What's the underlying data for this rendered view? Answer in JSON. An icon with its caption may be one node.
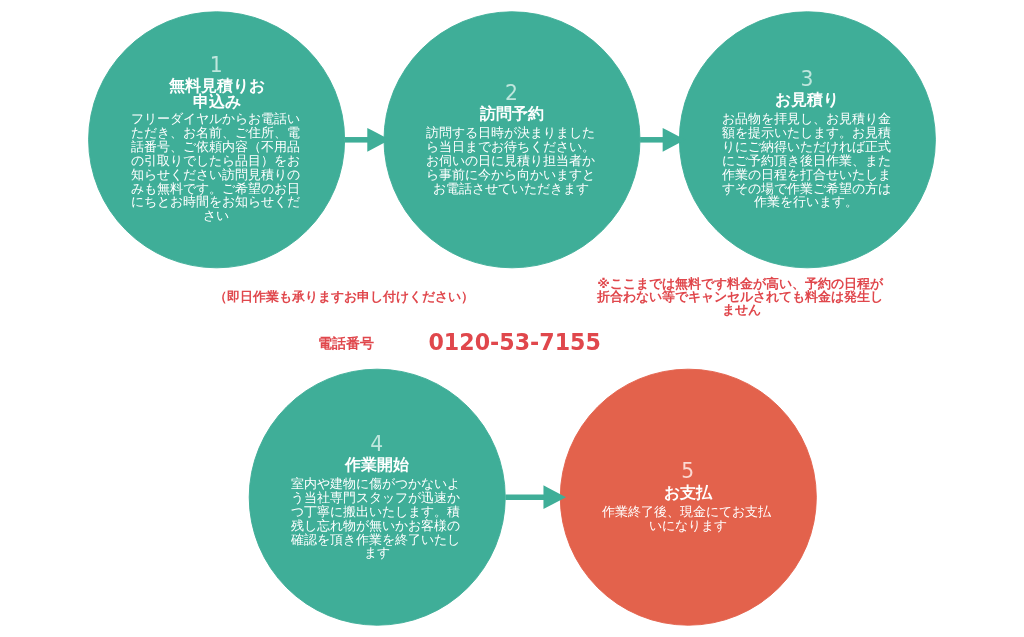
{
  "diagram": {
    "nodes": [
      {
        "text": [
          "1",
          "無料見積りお申込み",
          "フリーダイヤルからお電話いただき、お名前、ご住所、電話番号、ご依頼内容（不用品の引取りでしたら品目）をお知らせください訪問見積りのみも無料です。ご希望のお日にちとお時間をお知らせください"
        ]
      },
      {
        "text": [
          "2",
          "訪問予約",
          "訪問する日時が決まりましたら当日までお待ちください。お伺いの日に見積り担当者から事前に今から向かいますとお電話させていただきます"
        ]
      },
      {
        "text": [
          "3",
          "お見積り",
          "お品物を拝見し、お見積り金額を提示いたします。お見積りにご納得いただければ正式にご予約頂き後日作業、また作業の日程を打合せいたしますその場で作業ご希望の方は作業を行います。"
        ]
      },
      {
        "text": [
          "4",
          "作業開始",
          "室内や建物に傷がつかないよう当社専門スタッフが迅速かつ丁寧に搬出いたします。積残し忘れ物が無いかお客様の確認を頂き作業を終了いたします"
        ]
      },
      {
        "text": [
          "5",
          "お支払",
          "作業終了後、現金にてお支払いになります"
        ]
      }
    ],
    "edges": [
      {
        "from": 0,
        "to": 1,
        "arrow": "to"
      },
      {
        "from": 1,
        "to": 2,
        "arrow": "to"
      },
      {
        "from": 3,
        "to": 4,
        "arrow": "to"
      }
    ],
    "labels": [
      "（即日作業も承りますお申し付けください）",
      "電話番号",
      "0120-53-7155",
      "※ここまでは無料です料金が高い、予約の日程が折合わない等でキャンセルされても料金は発生しません"
    ]
  }
}
